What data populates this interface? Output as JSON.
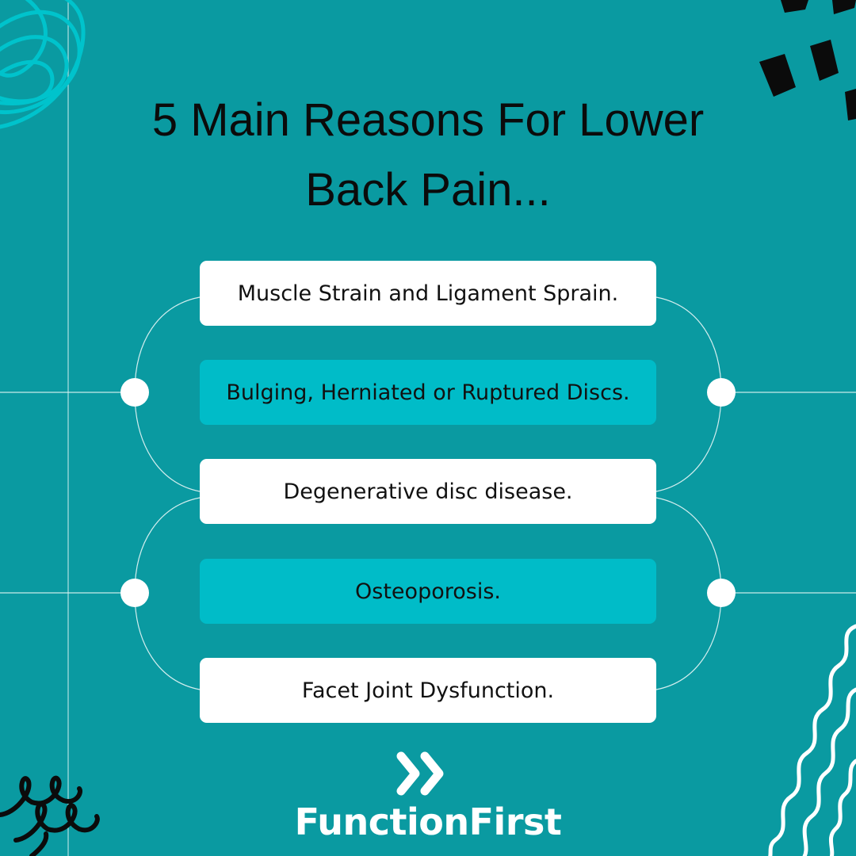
{
  "title": {
    "line1": "5 Main Reasons For Lower",
    "line2": "Back Pain..."
  },
  "reasons": [
    {
      "label": "Muscle Strain and Ligament Sprain.",
      "style": "white"
    },
    {
      "label": "Bulging, Herniated or Ruptured Discs.",
      "style": "teal"
    },
    {
      "label": "Degenerative disc disease.",
      "style": "white"
    },
    {
      "label": "Osteoporosis.",
      "style": "teal"
    },
    {
      "label": "Facet Joint Dysfunction.",
      "style": "white"
    }
  ],
  "brand": {
    "name": "FunctionFirst",
    "logo_icon": "double-chevron-icon"
  },
  "colors": {
    "background": "#0a9aa1",
    "box_white": "#ffffff",
    "box_teal": "#00bcc8",
    "text": "#111111"
  }
}
